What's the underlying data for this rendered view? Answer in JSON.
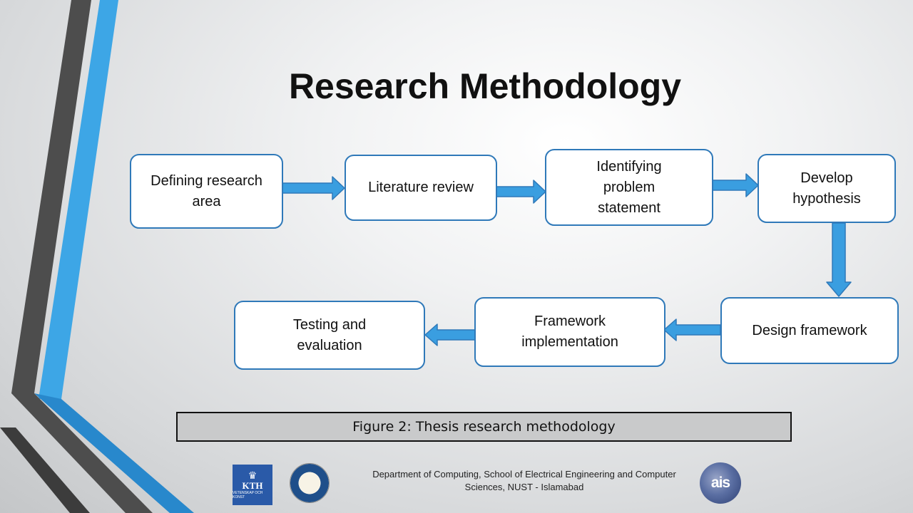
{
  "slide": {
    "title": "Research Methodology"
  },
  "diagram": {
    "steps": [
      {
        "id": "defining",
        "label": "Defining research area"
      },
      {
        "id": "literature",
        "label": "Literature review"
      },
      {
        "id": "problem",
        "label": "Identifying problem statement"
      },
      {
        "id": "hypothesis",
        "label": "Develop hypothesis"
      },
      {
        "id": "design",
        "label": "Design framework"
      },
      {
        "id": "implementation",
        "label": "Framework implementation"
      },
      {
        "id": "testing",
        "label": "Testing and evaluation"
      }
    ],
    "flow": [
      "defining",
      "literature",
      "problem",
      "hypothesis",
      "design",
      "implementation",
      "testing"
    ]
  },
  "caption": "Figure 2: Thesis research methodology",
  "footer": {
    "line1": "Department of Computing, School of Electrical Engineering and Computer",
    "line2": "Sciences, NUST - Islamabad"
  },
  "logos": {
    "kth_name": "KTH",
    "kth_sub": "VETENSKAP OCH KONST",
    "ais_text": "ais"
  },
  "colors": {
    "accent_blue": "#2f79b9",
    "arrow_fill": "#3a9ee0",
    "stripe_dark": "#4d4d4d",
    "stripe_blue": "#3da6e6"
  }
}
